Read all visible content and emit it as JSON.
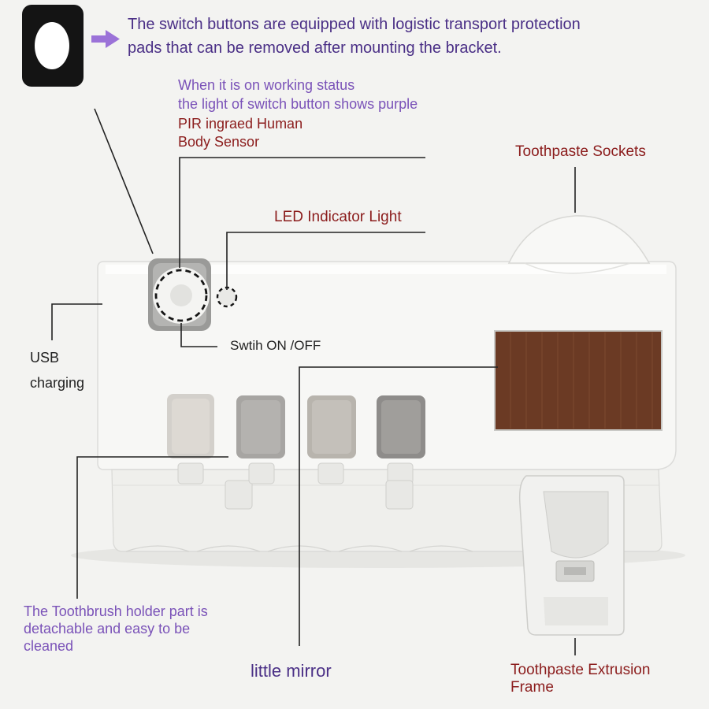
{
  "colors": {
    "background": "#f3f3f1",
    "device_body": "#f6f6f4",
    "mirror": "#6b3a24",
    "callout_purple": "#7a52b8",
    "callout_red": "#8b1c1c",
    "arrow": "#9b72d8",
    "leader_line": "#222222"
  },
  "icons": {
    "protection_pad": "rounded-square-pad-icon",
    "arrow": "arrow-right-icon"
  },
  "header": {
    "line1": "The switch buttons are equipped with logistic transport protection",
    "line2": "pads that can be removed after mounting the bracket."
  },
  "callouts": {
    "working_status_line1": "When it is on working status",
    "working_status_line2": "the light of switch button shows purple",
    "pir_line1": "PIR ingraed Human",
    "pir_line2": "Body Sensor",
    "toothpaste_sockets": "Toothpaste Sockets",
    "led_indicator": "LED Indicator Light",
    "switch_onoff": "Swtih ON /OFF",
    "usb_line1": "USB",
    "usb_line2": "charging",
    "holder_line1": "The Toothbrush holder part is",
    "holder_line2": "detachable and easy to be",
    "holder_line3": "cleaned",
    "little_mirror": "little mirror",
    "extrusion_line1": "Toothpaste Extrusion",
    "extrusion_line2": "Frame"
  }
}
